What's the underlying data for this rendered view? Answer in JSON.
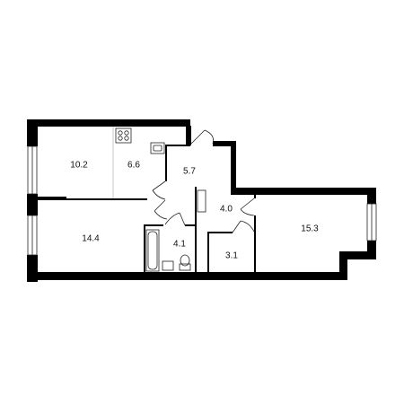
{
  "plan": {
    "colors": {
      "wall": "#000000",
      "thin": "#222222",
      "background": "#ffffff"
    },
    "rooms": [
      {
        "id": "room-a",
        "area": "10.2"
      },
      {
        "id": "kitchen",
        "area": "6.6"
      },
      {
        "id": "hall",
        "area": "5.7"
      },
      {
        "id": "corridor",
        "area": "4.0"
      },
      {
        "id": "room-b",
        "area": "14.4"
      },
      {
        "id": "bathroom",
        "area": "4.1"
      },
      {
        "id": "closet",
        "area": "3.1"
      },
      {
        "id": "room-c",
        "area": "15.3"
      }
    ]
  }
}
